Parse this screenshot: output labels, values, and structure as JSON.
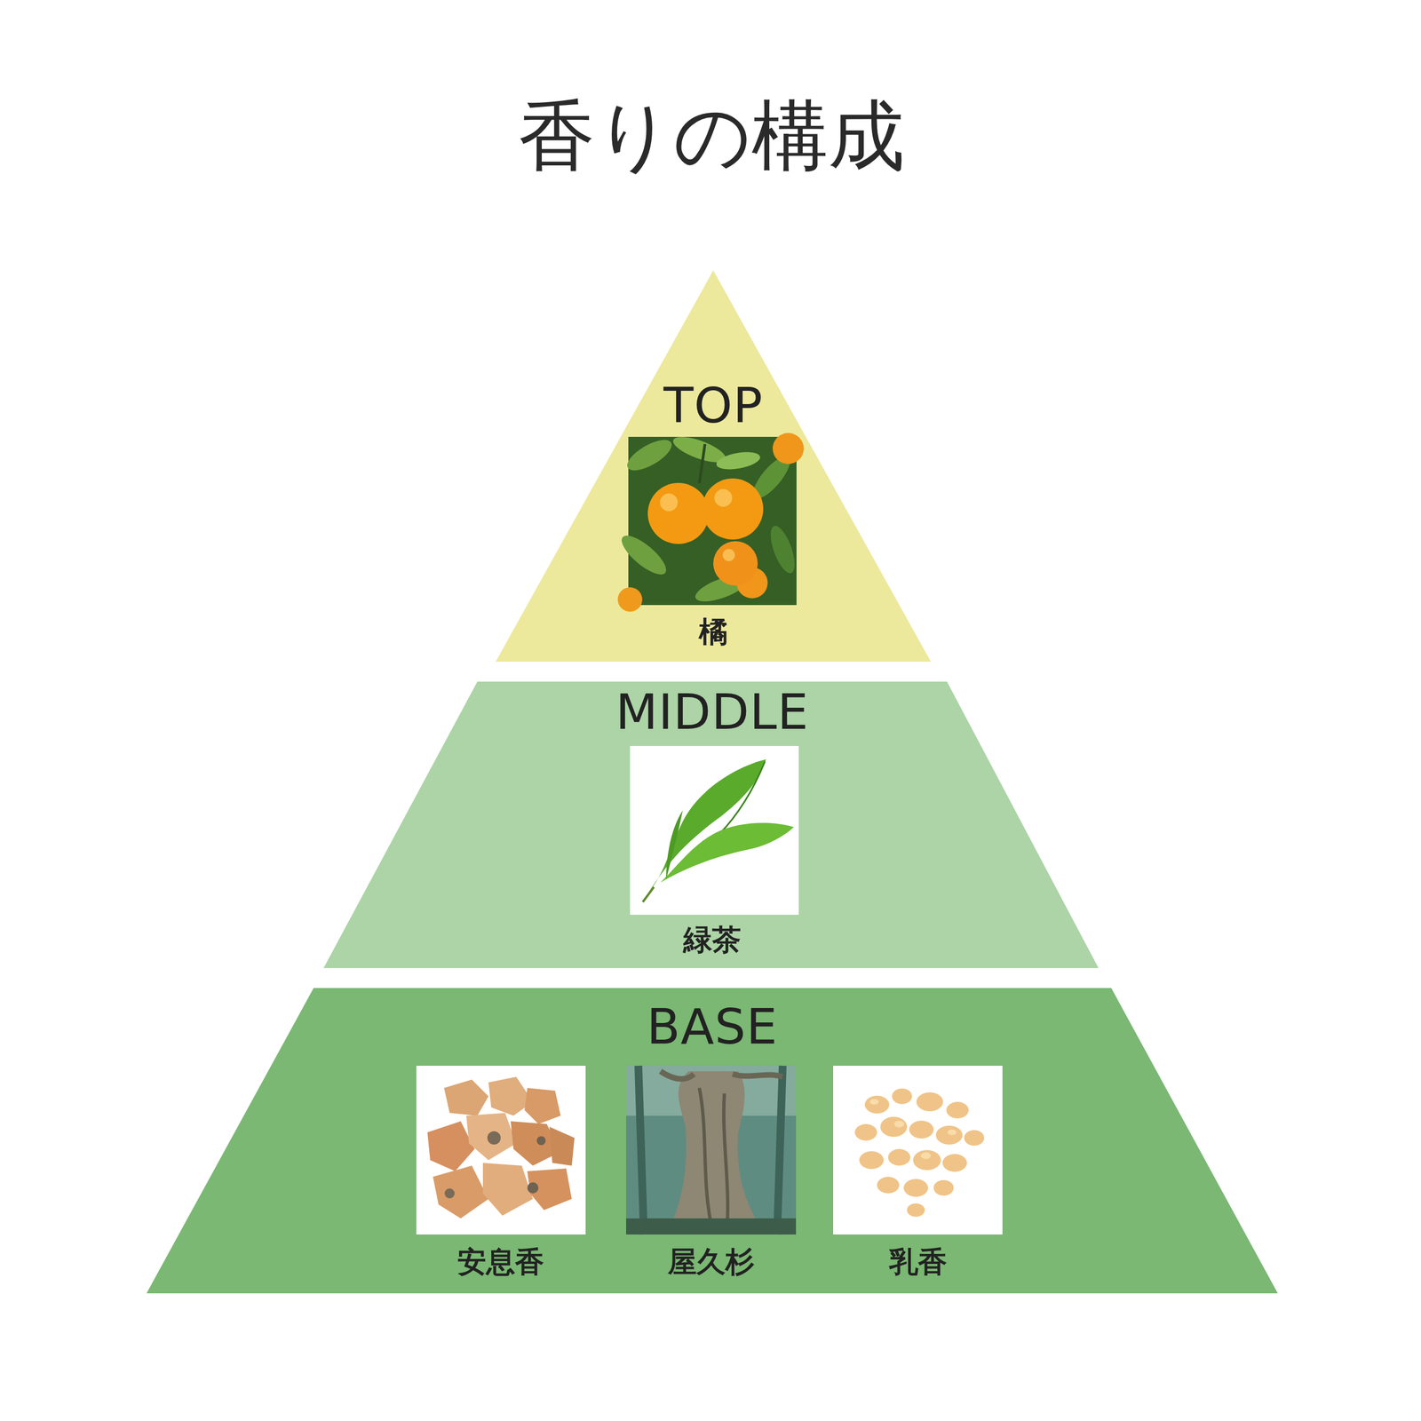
{
  "diagram": {
    "title": "香りの構成",
    "nodes": [
      {
        "text": [
          "TOP",
          "橘"
        ]
      },
      {
        "text": [
          "MIDDLE",
          "緑茶"
        ]
      },
      {
        "text": [
          "BASE",
          "安息香",
          "屋久杉",
          "乳香"
        ]
      }
    ]
  }
}
